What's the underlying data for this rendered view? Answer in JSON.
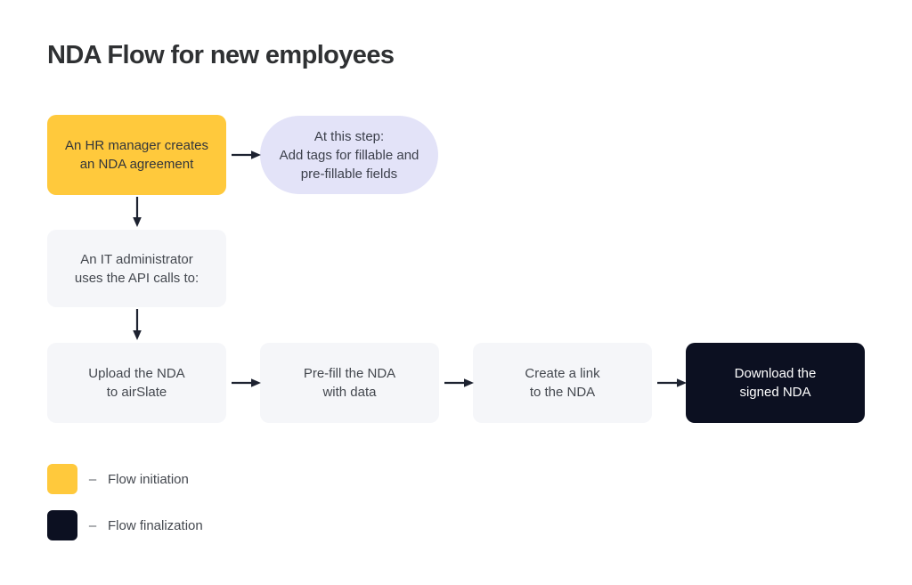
{
  "page": {
    "title": "NDA Flow for new employees",
    "background": "#ffffff"
  },
  "colors": {
    "start": "#FFC93C",
    "neutral": "#F5F6F9",
    "note": "#E3E3F8",
    "final": "#0C1021",
    "text": "#44484f",
    "arrow": "#1d2230"
  },
  "diagram": {
    "nodes": [
      {
        "id": "hr-manager",
        "label": "An HR manager creates\nan NDA agreement",
        "type": "start"
      },
      {
        "id": "step-note",
        "label": "At this step:\nAdd tags for fillable and\npre-fillable fields",
        "type": "note"
      },
      {
        "id": "it-admin",
        "label": "An IT administrator\nuses the API calls to:",
        "type": "neutral"
      },
      {
        "id": "upload-nda",
        "label": "Upload the NDA\nto airSlate",
        "type": "neutral"
      },
      {
        "id": "prefill-nda",
        "label": "Pre-fill the NDA\nwith data",
        "type": "neutral"
      },
      {
        "id": "create-link",
        "label": "Create a link\nto the NDA",
        "type": "neutral"
      },
      {
        "id": "download",
        "label": "Download the\nsigned NDA",
        "type": "final"
      }
    ],
    "edges": [
      {
        "from": "hr-manager",
        "to": "step-note",
        "direction": "right"
      },
      {
        "from": "hr-manager",
        "to": "it-admin",
        "direction": "down"
      },
      {
        "from": "it-admin",
        "to": "upload-nda",
        "direction": "down"
      },
      {
        "from": "upload-nda",
        "to": "prefill-nda",
        "direction": "right"
      },
      {
        "from": "prefill-nda",
        "to": "create-link",
        "direction": "right"
      },
      {
        "from": "create-link",
        "to": "download",
        "direction": "right"
      }
    ]
  },
  "legend": {
    "separator": "–",
    "items": [
      {
        "label": "Flow initiation",
        "color": "#FFC93C"
      },
      {
        "label": "Flow finalization",
        "color": "#0C1021"
      }
    ]
  }
}
